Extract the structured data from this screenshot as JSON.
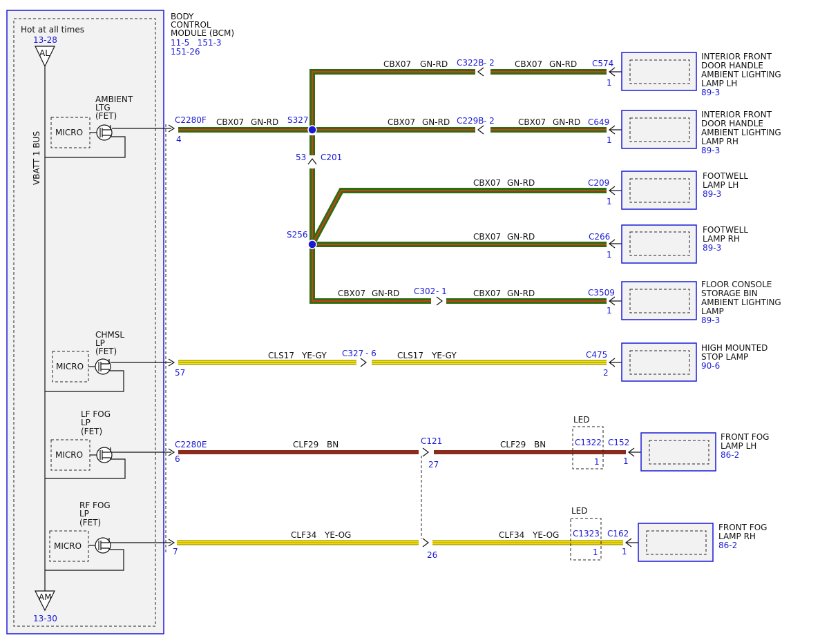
{
  "colors": {
    "label_blue": "#1a1ad6",
    "wire_green": "#2e6e10",
    "wire_red_stripe": "#d43c1e",
    "wire_yellow": "#f2e400",
    "wire_yellow_edge": "#8a7a00",
    "wire_brown": "#8b2b1e",
    "splice_blue": "#1a1ad6"
  },
  "module": {
    "name_lines": [
      "BODY",
      "CONTROL",
      "MODULE (BCM)"
    ],
    "refs": [
      "11-5   151-3",
      "151-26"
    ],
    "hot_label": "Hot at all times",
    "bus_label": "VBATT 1 BUS",
    "top_connector": {
      "ref": "13-28",
      "code": "AL"
    },
    "bottom_connector": {
      "ref": "13-30",
      "code": "AM"
    },
    "drivers": [
      {
        "lines": [
          "AMBIENT",
          "LTG",
          "(FET)"
        ],
        "micro": "MICRO"
      },
      {
        "lines": [
          "CHMSL",
          "LP",
          "(FET)"
        ],
        "micro": "MICRO"
      },
      {
        "lines": [
          "LF FOG",
          "LP",
          "(FET)"
        ],
        "micro": "MICRO"
      },
      {
        "lines": [
          "RF FOG",
          "LP",
          "(FET)"
        ],
        "micro": "MICRO"
      }
    ]
  },
  "connectors": {
    "c2280f": {
      "name": "C2280F",
      "pin": "4"
    },
    "c2280e_57": {
      "pin": "57"
    },
    "c2280e": {
      "name": "C2280E",
      "pin": "6"
    },
    "c2280e_7": {
      "pin": "7"
    },
    "c201": {
      "name": "C201",
      "pin": "53"
    },
    "c322b": {
      "name": "C322B",
      "pin": "- 2"
    },
    "c229b": {
      "name": "C229B",
      "pin": "- 2"
    },
    "c302": {
      "name": "C302",
      "pin": "- 1"
    },
    "c327": {
      "name": "C327",
      "pin": "- 6"
    },
    "c121": {
      "name": "C121",
      "pin_a": "27",
      "pin_b": "26"
    }
  },
  "splices": {
    "s327": "S327",
    "s256": "S256"
  },
  "wires": {
    "main": {
      "circuit": "CBX07",
      "color": "GN-RD"
    },
    "chmsl": {
      "circuit": "CLS17",
      "color": "YE-GY"
    },
    "lf_fog": {
      "circuit": "CLF29",
      "color": "BN"
    },
    "rf_fog": {
      "circuit": "CLF34",
      "color": "YE-OG"
    }
  },
  "loads": [
    {
      "conn": "C574",
      "pin": "1",
      "lines": [
        "INTERIOR FRONT",
        "DOOR HANDLE",
        "AMBIENT LIGHTING",
        "LAMP LH"
      ],
      "ref": "89-3"
    },
    {
      "conn": "C649",
      "pin": "1",
      "lines": [
        "INTERIOR FRONT",
        "DOOR HANDLE",
        "AMBIENT LIGHTING",
        "LAMP RH"
      ],
      "ref": "89-3"
    },
    {
      "conn": "C209",
      "pin": "1",
      "lines": [
        "FOOTWELL",
        "LAMP LH"
      ],
      "ref": "89-3"
    },
    {
      "conn": "C266",
      "pin": "1",
      "lines": [
        "FOOTWELL",
        "LAMP RH"
      ],
      "ref": "89-3"
    },
    {
      "conn": "C3509",
      "pin": "1",
      "lines": [
        "FLOOR CONSOLE",
        "STORAGE BIN",
        "AMBIENT LIGHTING",
        "LAMP"
      ],
      "ref": "89-3"
    },
    {
      "conn": "C475",
      "pin": "2",
      "lines": [
        "HIGH MOUNTED",
        "STOP LAMP"
      ],
      "ref": "90-6"
    },
    {
      "conn": "C152",
      "pin": "1",
      "lines": [
        "FRONT FOG",
        "LAMP LH"
      ],
      "ref": "86-2",
      "led_label": "LED",
      "led_conn": "C1322",
      "led_pin": "1"
    },
    {
      "conn": "C162",
      "pin": "1",
      "lines": [
        "FRONT FOG",
        "LAMP RH"
      ],
      "ref": "86-2",
      "led_label": "LED",
      "led_conn": "C1323",
      "led_pin": "1"
    }
  ]
}
